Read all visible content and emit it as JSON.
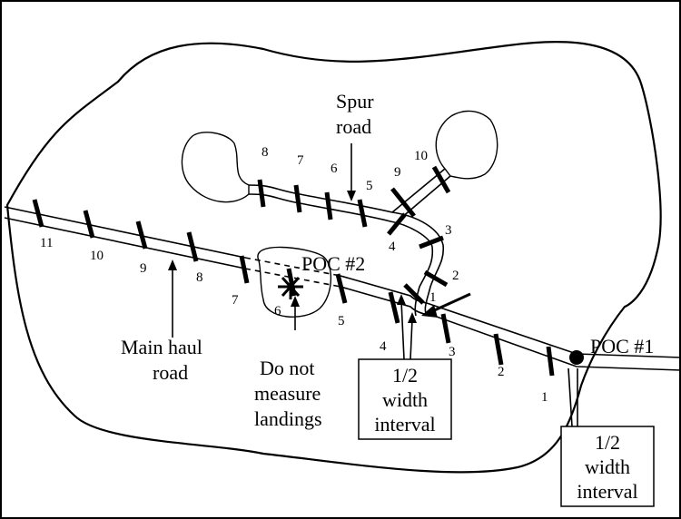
{
  "labels": {
    "spur_road_line1": "Spur",
    "spur_road_line2": "road",
    "poc2": "POC #2",
    "poc1": "POC #1",
    "main_haul_line1": "Main haul",
    "main_haul_line2": "road",
    "landings_line1": "Do not",
    "landings_line2": "measure",
    "landings_line3": "landings",
    "half_width_a_line1": "1/2",
    "half_width_a_line2": "width",
    "half_width_a_line3": "interval",
    "half_width_b_line1": "1/2",
    "half_width_b_line2": "width",
    "half_width_b_line3": "interval"
  },
  "main_road_ticks": [
    "11",
    "10",
    "9",
    "8",
    "7",
    "6",
    "5",
    "4",
    "3",
    "2",
    "1"
  ],
  "spur_road_ticks": [
    "8",
    "7",
    "6",
    "5",
    "9",
    "10",
    "4",
    "3",
    "2",
    "1"
  ],
  "colors": {
    "line": "#000000",
    "background": "#ffffff"
  }
}
